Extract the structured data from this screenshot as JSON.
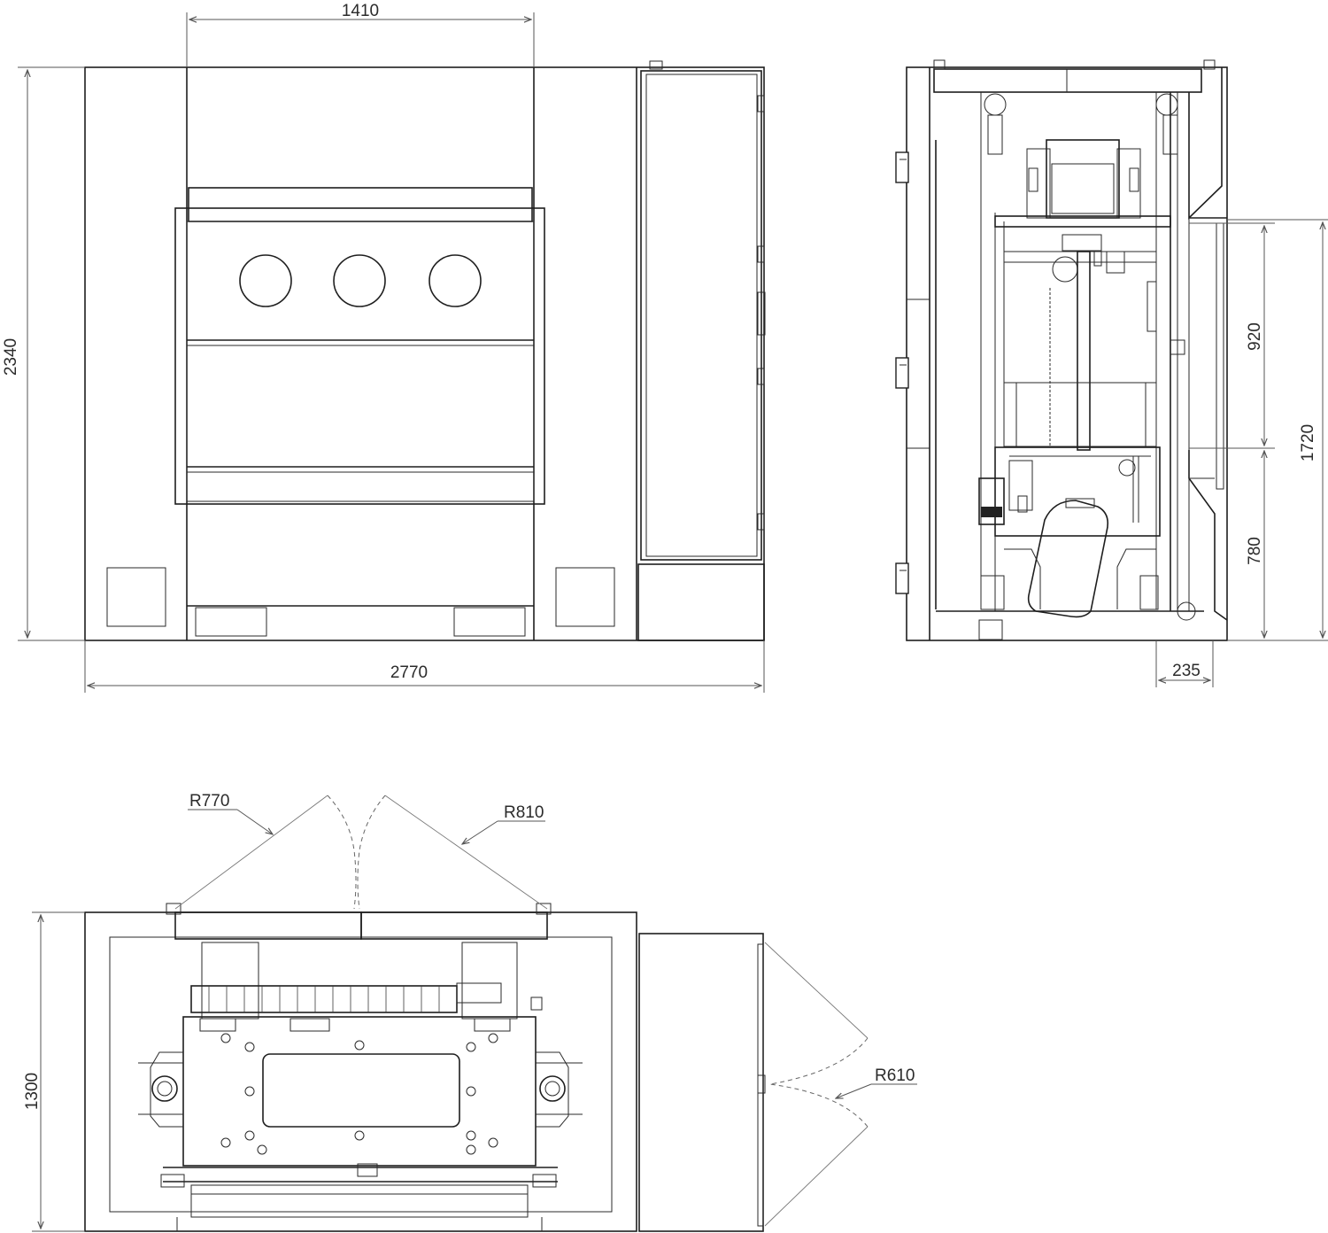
{
  "dimensions": {
    "front_width_upper": "1410",
    "front_height": "2340",
    "front_width_total": "2770",
    "side_upper": "920",
    "side_lower": "780",
    "side_total": "1720",
    "side_offset": "235",
    "plan_depth": "1300",
    "door_radius_left": "R770",
    "door_radius_right": "R810",
    "door_radius_side": "R610"
  },
  "colors": {
    "line": "#1e1e1e",
    "dimension_line": "#555555",
    "background": "#ffffff"
  }
}
